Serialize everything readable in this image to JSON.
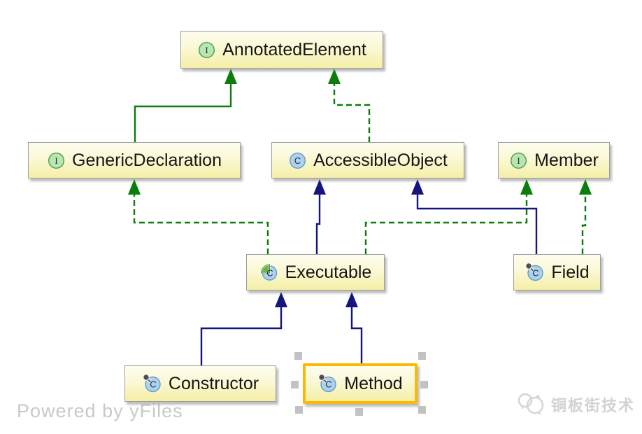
{
  "diagram": {
    "nodes": [
      {
        "id": "annotated-element",
        "label": "AnnotatedElement",
        "type": "interface"
      },
      {
        "id": "generic-declaration",
        "label": "GenericDeclaration",
        "type": "interface"
      },
      {
        "id": "accessible-object",
        "label": "AccessibleObject",
        "type": "class"
      },
      {
        "id": "member",
        "label": "Member",
        "type": "interface"
      },
      {
        "id": "executable",
        "label": "Executable",
        "type": "abstract-class"
      },
      {
        "id": "field",
        "label": "Field",
        "type": "final-class"
      },
      {
        "id": "constructor",
        "label": "Constructor",
        "type": "final-class"
      },
      {
        "id": "method",
        "label": "Method",
        "type": "final-class",
        "selected": true
      }
    ],
    "edges": [
      {
        "from": "GenericDeclaration",
        "to": "AnnotatedElement",
        "relation": "extends",
        "style": "solid",
        "color": "green"
      },
      {
        "from": "AccessibleObject",
        "to": "AnnotatedElement",
        "relation": "implements",
        "style": "dashed",
        "color": "green"
      },
      {
        "from": "Executable",
        "to": "GenericDeclaration",
        "relation": "implements",
        "style": "dashed",
        "color": "green"
      },
      {
        "from": "Executable",
        "to": "AccessibleObject",
        "relation": "extends",
        "style": "solid",
        "color": "blue"
      },
      {
        "from": "Executable",
        "to": "Member",
        "relation": "implements",
        "style": "dashed",
        "color": "green"
      },
      {
        "from": "Field",
        "to": "AccessibleObject",
        "relation": "extends",
        "style": "solid",
        "color": "blue"
      },
      {
        "from": "Field",
        "to": "Member",
        "relation": "implements",
        "style": "dashed",
        "color": "green"
      },
      {
        "from": "Constructor",
        "to": "Executable",
        "relation": "extends",
        "style": "solid",
        "color": "blue"
      },
      {
        "from": "Method",
        "to": "Executable",
        "relation": "extends",
        "style": "solid",
        "color": "blue"
      }
    ]
  },
  "icons": {
    "interface_letter": "I",
    "class_letter": "C"
  },
  "colors": {
    "edge_green": "#0a7d0a",
    "edge_blue": "#16157f",
    "node_fill_top": "#fdfdee",
    "node_fill_bottom": "#f5efa6",
    "selection_border": "#fbb903",
    "handle_gray": "#c2c2c2",
    "interface_icon_fill": "#b7e6b0",
    "class_icon_fill": "#abd2f1"
  },
  "watermarks": {
    "powered_by": "Powered by yFiles",
    "brand": "铜板街技术"
  }
}
